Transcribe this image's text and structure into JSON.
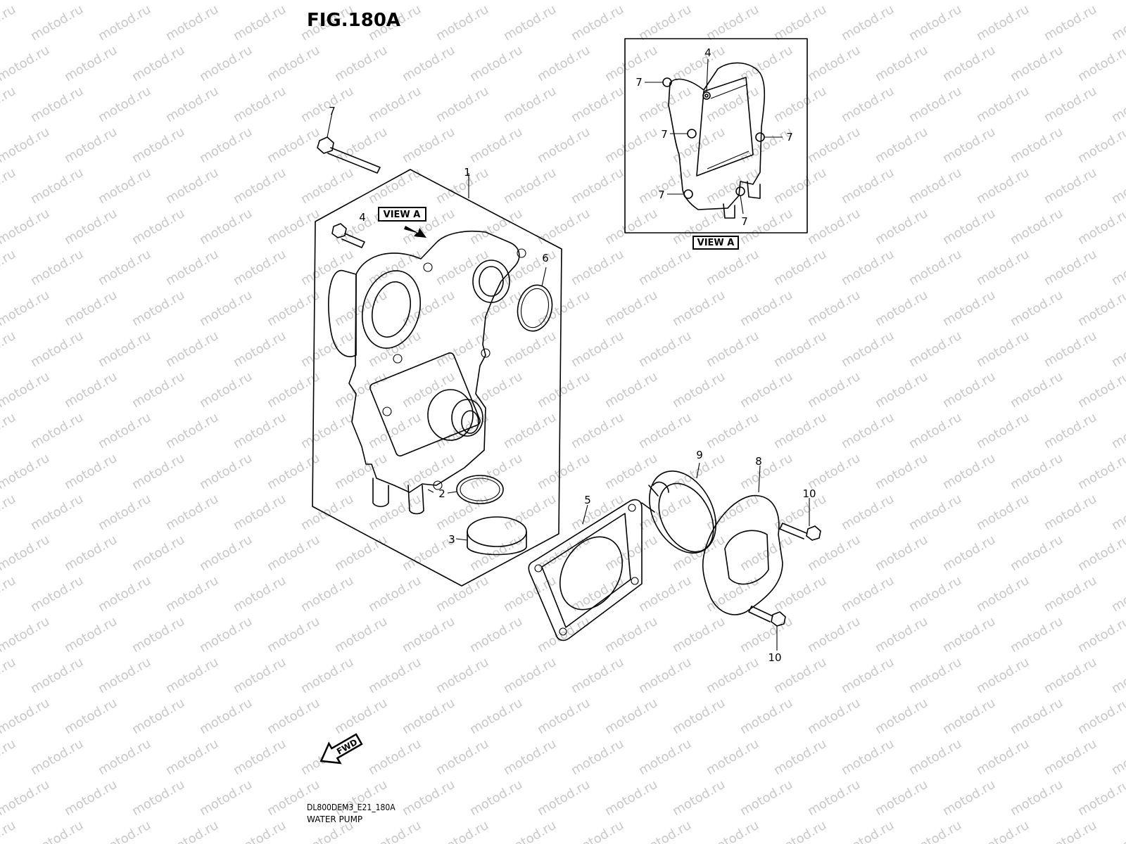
{
  "figure": {
    "title": "FIG.180A",
    "model_code": "DL800DEM3_E21_180A",
    "name": "WATER PUMP"
  },
  "watermark": "motod.ru",
  "view_label": "VIEW A",
  "fwd_label": "FWD",
  "callouts": {
    "c1": "1",
    "c2": "2",
    "c3": "3",
    "c4": "4",
    "c5": "5",
    "c6": "6",
    "c7": "7",
    "c8": "8",
    "c9": "9",
    "c10a": "10",
    "c10b": "10",
    "v4": "4",
    "v7a": "7",
    "v7b": "7",
    "v7c": "7",
    "v7d": "7",
    "v7e": "7"
  }
}
